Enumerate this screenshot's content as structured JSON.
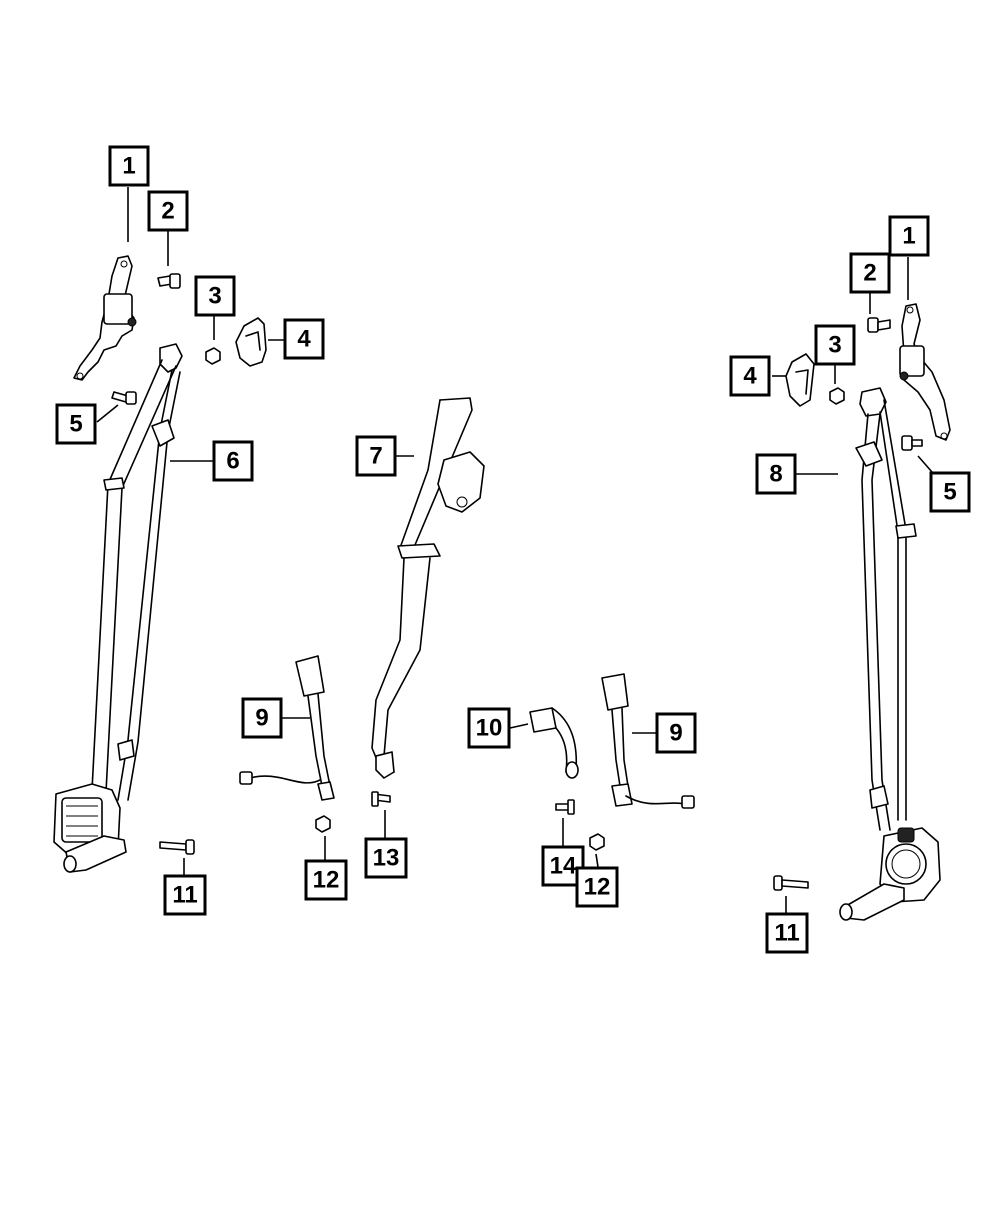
{
  "callouts": {
    "c1a": "1",
    "c2a": "2",
    "c3a": "3",
    "c4a": "4",
    "c5a": "5",
    "c6": "6",
    "c7": "7",
    "c9a": "9",
    "c12a": "12",
    "c13": "13",
    "c11a": "11",
    "c10": "10",
    "c9b": "9",
    "c14": "14",
    "c12b": "12",
    "c1b": "1",
    "c2b": "2",
    "c3b": "3",
    "c4b": "4",
    "c8": "8",
    "c5b": "5",
    "c11b": "11"
  },
  "colors": {
    "line": "#000000",
    "background": "#ffffff"
  }
}
